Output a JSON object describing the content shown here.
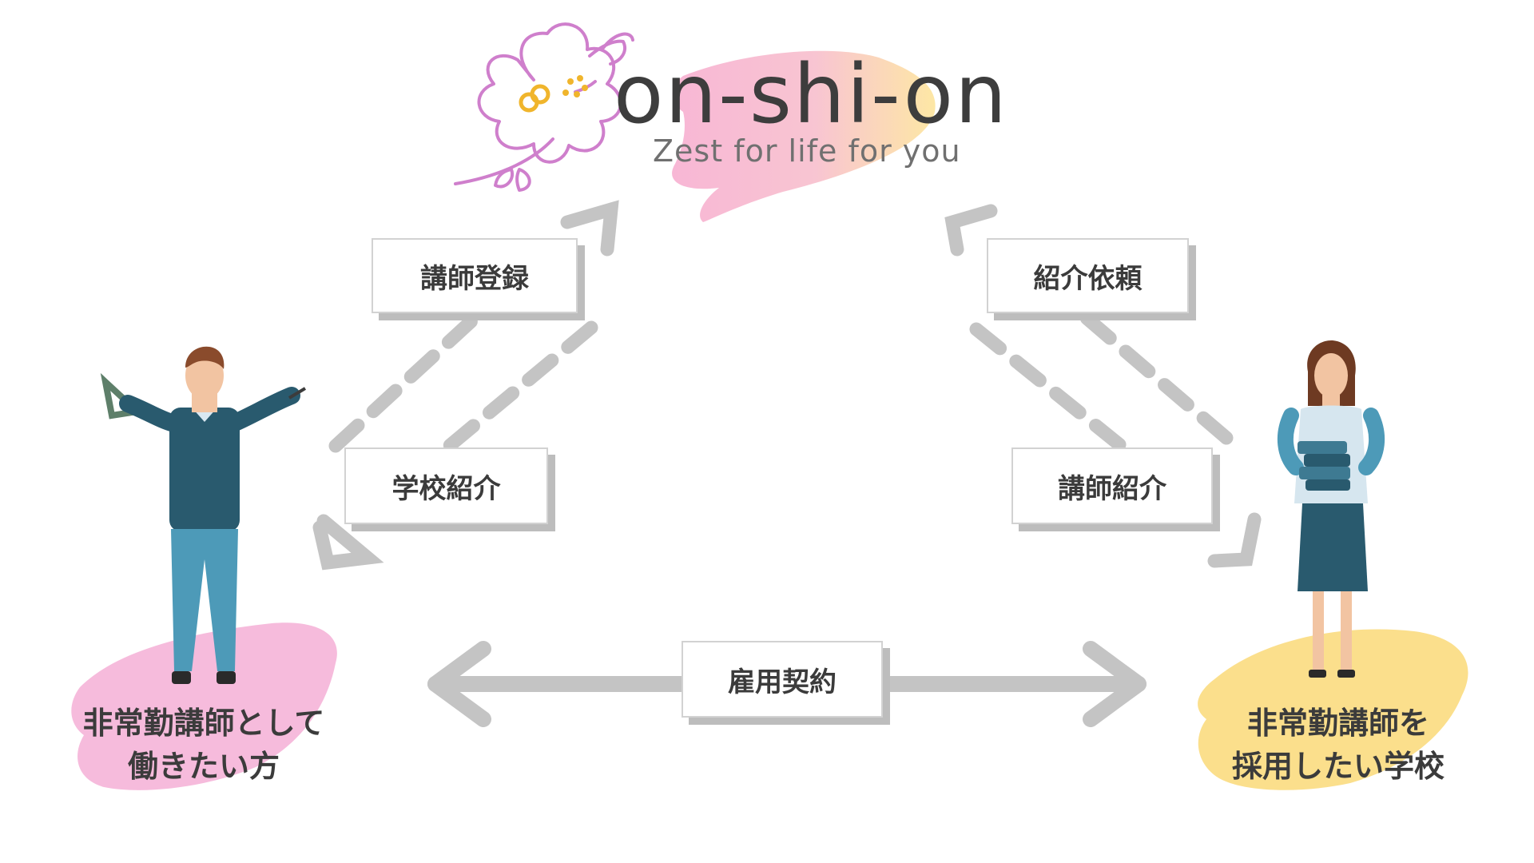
{
  "brand": {
    "name": "on-shi-on",
    "tagline": "Zest for life for you"
  },
  "labels": {
    "teacher_registration": "講師登録",
    "school_introduction": "学校紹介",
    "introduction_request": "紹介依頼",
    "teacher_introduction": "講師紹介",
    "employment_contract": "雇用契約"
  },
  "parties": {
    "teacher": {
      "line1": "非常勤講師として",
      "line2": "働きたい方"
    },
    "school": {
      "line1": "非常勤講師を",
      "line2": "採用したい学校"
    }
  },
  "colors": {
    "arrow": "#c4c4c4",
    "pink_brush": "#f5b4d8",
    "yellow_brush": "#fbdc7f",
    "flower_line": "#cf7fcc",
    "flower_accent": "#f0b52c"
  }
}
